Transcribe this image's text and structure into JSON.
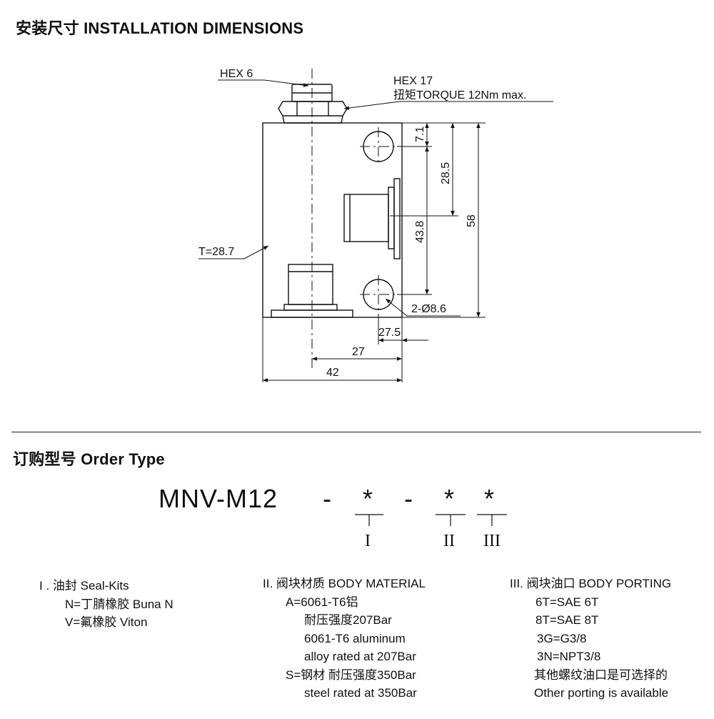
{
  "install": {
    "title": "安装尺寸 INSTALLATION DIMENSIONS",
    "labels": {
      "hex6": "HEX 6",
      "hex17": "HEX 17",
      "torque": "扭矩TORQUE 12Nm max.",
      "thickness": "T=28.7",
      "holes": "2-Ø8.6",
      "d71": "7.1",
      "d285": "28.5",
      "d438": "43.8",
      "d58": "58",
      "d275": "27.5",
      "d27": "27",
      "d42": "42"
    }
  },
  "order": {
    "title": "订购型号 Order Type",
    "model": "MNV-M12",
    "dash": "-",
    "star": "*",
    "roman": [
      "I",
      "II",
      "III"
    ],
    "sections": {
      "seal": {
        "heading": "I . 油封 Seal-Kits",
        "lines": [
          "N=丁腈橡胶 Buna N",
          "V=氟橡胶 Viton"
        ]
      },
      "body": {
        "heading": "II. 阀块材质 BODY MATERIAL",
        "lines": [
          "A=6061-T6铝",
          "耐压强度207Bar",
          "6061-T6 aluminum",
          "alloy rated at 207Bar",
          "S=钢材 耐压强度350Bar",
          "steel rated at 350Bar"
        ]
      },
      "porting": {
        "heading": "III. 阀块油口 BODY PORTING",
        "lines": [
          "6T=SAE 6T",
          "8T=SAE 8T",
          "3G=G3/8",
          "3N=NPT3/8",
          "其他螺纹油口是可选择的",
          "Other porting is available"
        ]
      }
    }
  }
}
